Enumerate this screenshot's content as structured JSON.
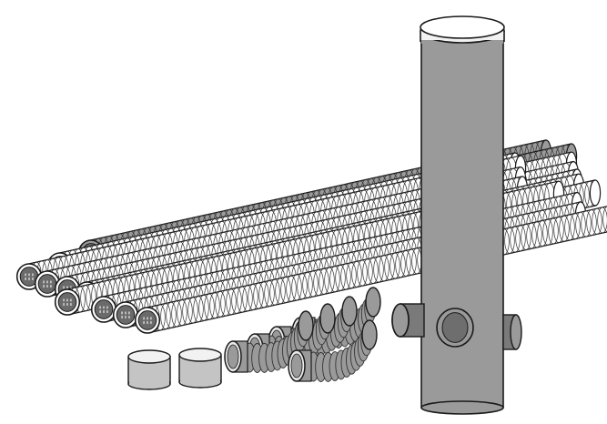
{
  "scene": {
    "colors": {
      "background": "#ffffff",
      "outline": "#1a1a1a",
      "gray_pipe": "#9a9a9a",
      "gray_dark": "#7a7a7a",
      "white_pipe": "#ffffff",
      "rib_line": "#333333",
      "caps": "#c4c4c4",
      "cap_top": "#f2f2f2"
    },
    "items": [
      {
        "name": "drainage-pipe-bundle",
        "kind": "corrugated pipes",
        "count": 16
      },
      {
        "name": "inspection-chamber-shaft",
        "kind": "vertical shaft with lid and three side inlets"
      },
      {
        "name": "end-caps",
        "kind": "pipe caps",
        "count": 2
      },
      {
        "name": "bend-fittings",
        "kind": "corrugated bends",
        "count": 5
      }
    ]
  }
}
